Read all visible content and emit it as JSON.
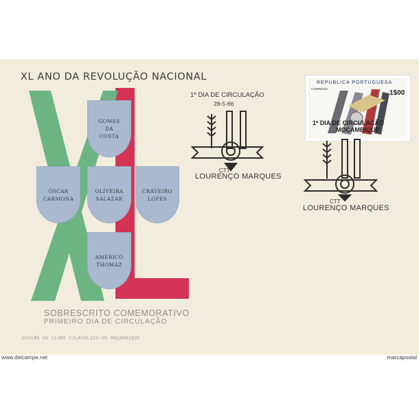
{
  "envelope": {
    "title": "XL ANO DA REVOLUÇÃO NACIONAL",
    "shields": [
      {
        "name": "GOMES\nDA\nCOSTA"
      },
      {
        "name": "ÓSCAR\nCARMONA"
      },
      {
        "name": "OLIVEIRA\nSALAZAR"
      },
      {
        "name": "CRAVEIRO\nLOPES"
      },
      {
        "name": "AMÉRICO\nTHOMAZ"
      }
    ],
    "subtitle_line1": "SOBRESCRITO COMEMORATIVO",
    "subtitle_line2": "PRIMEIRO DIA DE CIRCULAÇÃO",
    "edition": "EDIÇÃO DO CLUBE FILATÉLICO DE MOÇAMBIQUE"
  },
  "postmark_left": {
    "header": "1º DIA DE CIRCULAÇÃO",
    "date": "28-5-66",
    "ctt": "CTT",
    "place": "LOURENÇO MARQUES"
  },
  "stamp": {
    "country": "REPUBLICA PORTUGUESA",
    "value": "1$00",
    "correios": "CORREIOS",
    "overprint_line1": "1º DIA DE CIRCULAÇÃO",
    "overprint_line2": "MOÇAMBIQUE"
  },
  "postmark_right": {
    "ctt": "CTT",
    "place": "LOURENÇO MARQUES"
  },
  "footer": {
    "left": "www.delcampe.net",
    "right": "marcapostal"
  },
  "colors": {
    "envelope": "#f2ecdd",
    "green": "#6cb482",
    "red": "#d43356",
    "shield": "#a9bad0"
  }
}
